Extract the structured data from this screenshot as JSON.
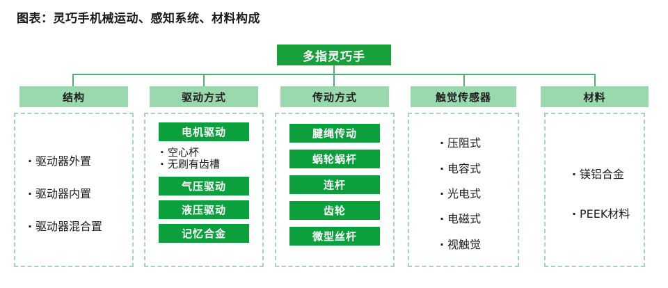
{
  "title": "图表：灵巧手机械运动、感知系统、材料构成",
  "colors": {
    "root_green": "#17a03b",
    "header_green": "#9ad9ae",
    "pill_green": "#0ba03c",
    "connector_green": "#4caf71",
    "dashed_border": "#a6d4b6",
    "text_dark": "#1a1a1a",
    "text_light": "#ffffff"
  },
  "root": {
    "label": "多指灵巧手"
  },
  "columns": [
    {
      "header": "结构",
      "layout": "bullets",
      "items": [
        {
          "type": "bullet",
          "label": "驱动器外置"
        },
        {
          "type": "bullet",
          "label": "驱动器内置"
        },
        {
          "type": "bullet",
          "label": "驱动器混合置"
        }
      ]
    },
    {
      "header": "驱动方式",
      "layout": "pills",
      "items": [
        {
          "type": "pill",
          "label": "电机驱动"
        },
        {
          "type": "bullet",
          "label": "空心杯"
        },
        {
          "type": "bullet",
          "label": "无刷有齿槽"
        },
        {
          "type": "pill",
          "label": "气压驱动"
        },
        {
          "type": "pill",
          "label": "液压驱动"
        },
        {
          "type": "pill",
          "label": "记忆合金"
        }
      ]
    },
    {
      "header": "传动方式",
      "layout": "pills",
      "items": [
        {
          "type": "pill",
          "label": "腱绳传动"
        },
        {
          "type": "pill",
          "label": "蜗轮蜗杆"
        },
        {
          "type": "pill",
          "label": "连杆"
        },
        {
          "type": "pill",
          "label": "齿轮"
        },
        {
          "type": "pill",
          "label": "微型丝杆"
        }
      ]
    },
    {
      "header": "触觉传感器",
      "layout": "bullets",
      "items": [
        {
          "type": "bullet",
          "label": "压阻式"
        },
        {
          "type": "bullet",
          "label": "电容式"
        },
        {
          "type": "bullet",
          "label": "光电式"
        },
        {
          "type": "bullet",
          "label": "电磁式"
        },
        {
          "type": "bullet",
          "label": "视触觉"
        }
      ]
    },
    {
      "header": "材料",
      "layout": "bullets",
      "items": [
        {
          "type": "bullet",
          "label": "镁铝合金"
        },
        {
          "type": "bullet",
          "label": "PEEK材料"
        }
      ]
    }
  ]
}
